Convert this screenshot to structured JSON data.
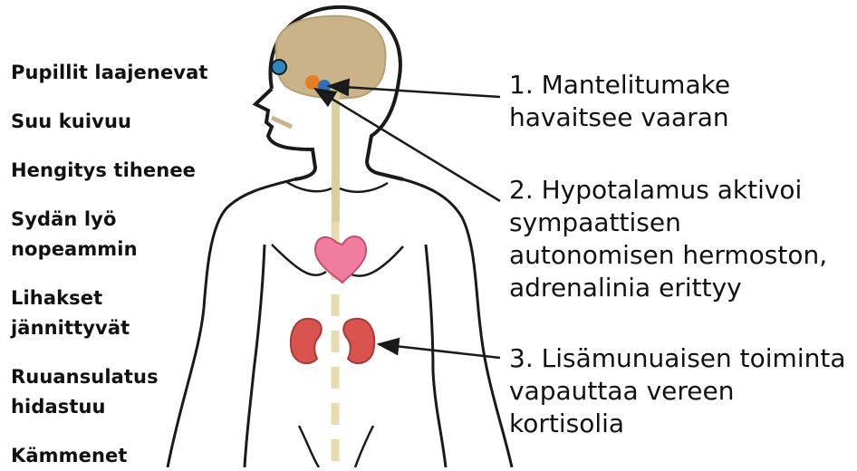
{
  "effects": [
    "Pupillit laajenevat",
    "Suu kuivuu",
    "Hengitys tihenee",
    "Sydän lyö nopeammin",
    "Lihakset jännittyvät",
    "Ruuansulatus hidastuu",
    "Kämmenet"
  ],
  "steps": {
    "step1": {
      "line1": "1. Mantelitumake",
      "line2": "havaitsee vaaran"
    },
    "step2": {
      "line1": "2. Hypotalamus  aktivoi",
      "line2": "sympaattisen",
      "line3": "autonomisen hermoston,",
      "line4": "adrenalinia erittyy"
    },
    "step3": {
      "line1": "3. Lisämunuaisen toiminta",
      "line2": "vapauttaa vereen",
      "line3": "kortisolia"
    }
  },
  "effect_lines": {
    "e1": "Pupillit laajenevat",
    "e2": "Suu kuivuu",
    "e3": "Hengitys tihenee",
    "e4a": "Sydän lyö",
    "e4b": "nopeammin",
    "e5a": "Lihakset",
    "e5b": "jännittyvät",
    "e6a": "Ruuansulatus",
    "e6b": "hidastuu",
    "e7": "Kämmenet"
  },
  "colors": {
    "outline": "#1a1a1a",
    "brain": "#cbb389",
    "spine": "#d9cfa0",
    "eye": "#2e86c1",
    "amygdala": "#e67e22",
    "hypothalamus": "#2f6fb5",
    "heart": "#f07ca0",
    "kidney": "#d9534f"
  }
}
